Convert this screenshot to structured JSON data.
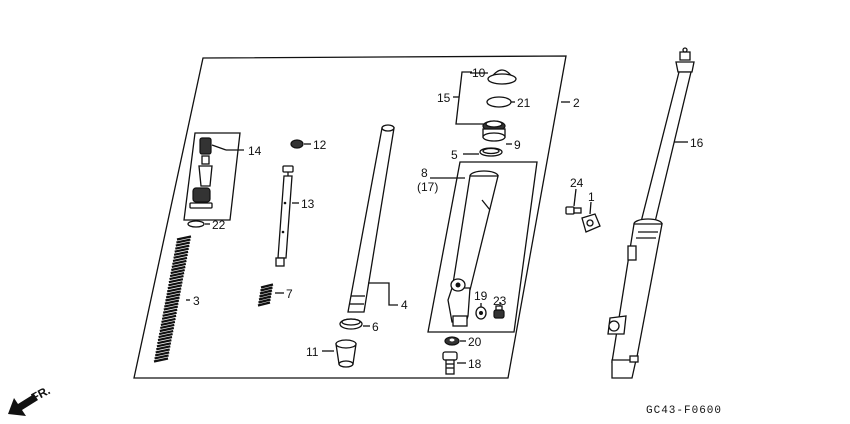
{
  "diagram": {
    "callouts": {
      "p1": "1",
      "p2": "2",
      "p3": "3",
      "p4": "4",
      "p5": "5",
      "p6": "6",
      "p7": "7",
      "p8": "8",
      "p9": "9",
      "p10": "10",
      "p11": "11",
      "p12": "12",
      "p13": "13",
      "p14": "14",
      "p15": "15",
      "p16": "16",
      "p17": "(17)",
      "p18": "18",
      "p19": "19",
      "p20": "20",
      "p21": "21",
      "p22": "22",
      "p23": "23",
      "p24": "24"
    },
    "direction_label": "FR.",
    "diagram_code": "GC43-F0600"
  }
}
